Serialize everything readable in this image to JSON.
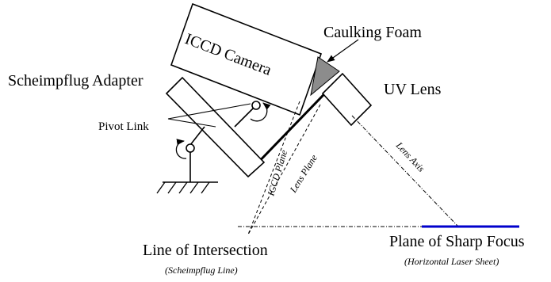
{
  "labels": {
    "camera": "ICCD Camera",
    "caulking_foam": "Caulking Foam",
    "scheimpflug_adapter": "Scheimpflug Adapter",
    "uv_lens": "UV Lens",
    "pivot_link": "Pivot Link",
    "iccd_plane": "ICCD Plane",
    "lens_plane": "Lens Plane",
    "lens_axis": "Lens Axis",
    "line_of_intersection": "Line of Intersection",
    "scheimpflug_line": "(Scheimpflug Line)",
    "plane_of_sharp_focus": "Plane of Sharp Focus",
    "laser_sheet": "(Horizontal Laser Sheet)"
  },
  "colors": {
    "laser_sheet": "#0000cc",
    "caulking_foam": "#8c8c8c",
    "line": "#000000"
  },
  "icons": {
    "pivot_rotation": "circular-arrow-icon",
    "ground": "hatched-ground-icon"
  }
}
